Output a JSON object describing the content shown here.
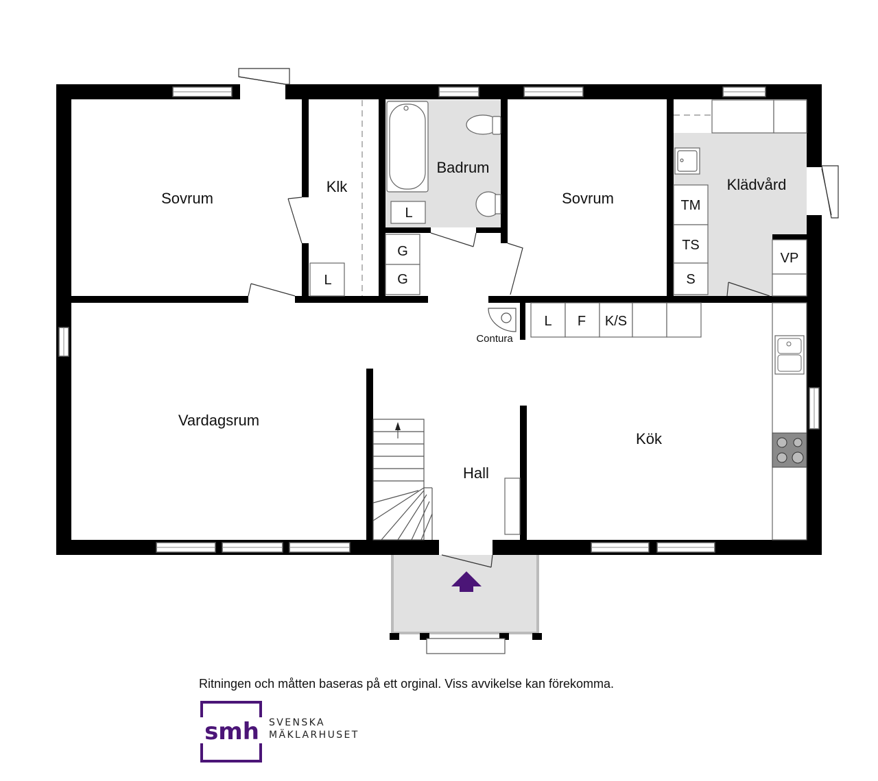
{
  "rooms": {
    "sovrum_left": "Sovrum",
    "klk": "Klk",
    "badrum": "Badrum",
    "sovrum_right": "Sovrum",
    "kladvard": "Klädvård",
    "vardagsrum": "Vardagsrum",
    "hall": "Hall",
    "kok": "Kök"
  },
  "fixtures": {
    "l_klk": "L",
    "l_bad": "L",
    "g1": "G",
    "g2": "G",
    "tm": "TM",
    "ts": "TS",
    "s": "S",
    "vp": "VP",
    "kitchen_l": "L",
    "kitchen_f": "F",
    "kitchen_ks": "K/S",
    "stove": "Contura"
  },
  "footer": {
    "disclaimer": "Ritningen och måtten baseras på ett orginal. Viss avvikelse kan förekomma.",
    "brand_line1": "SVENSKA",
    "brand_line2": "MÄKLARHUSET"
  },
  "colors": {
    "wall": "#000000",
    "wet_area": "#e1e1e1",
    "entrance_arrow": "#4b1577",
    "brand": "#4b1577"
  }
}
